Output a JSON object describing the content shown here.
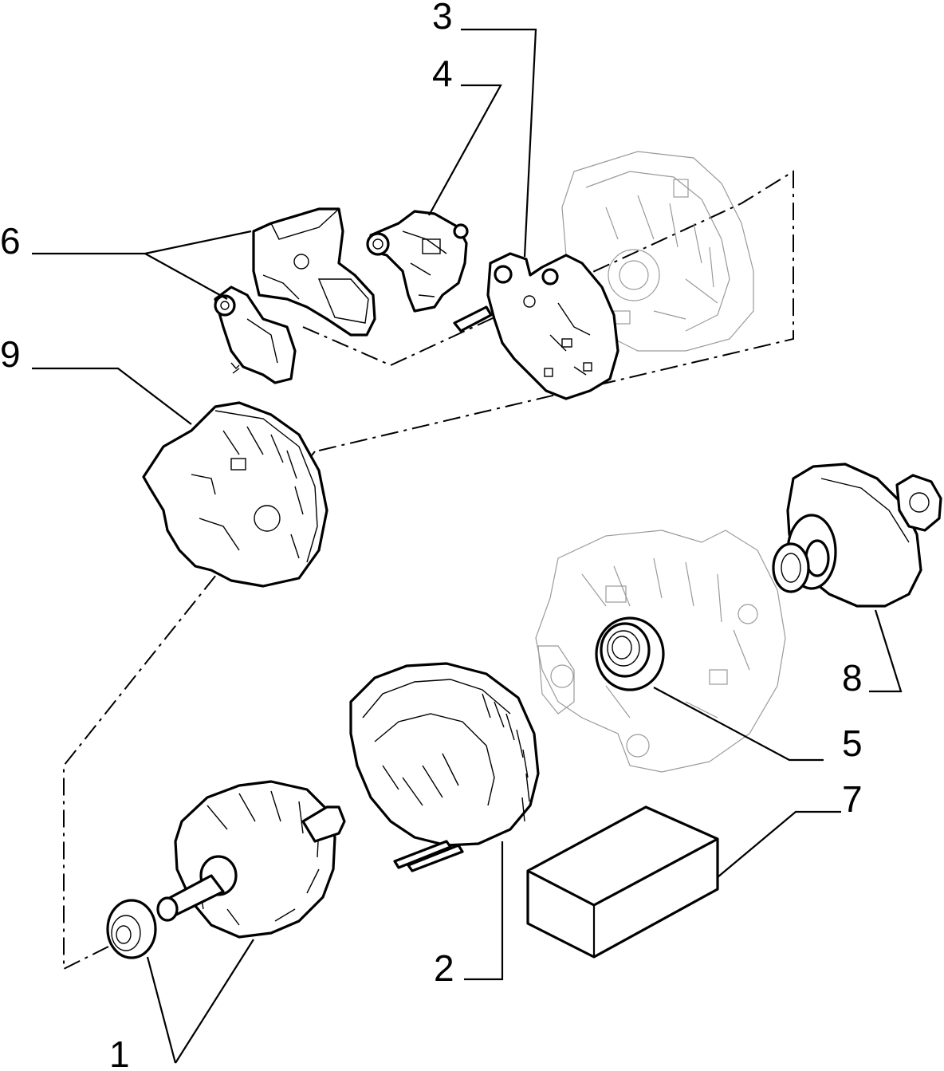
{
  "callouts": [
    {
      "id": "c1",
      "text": "1"
    },
    {
      "id": "c2",
      "text": "2"
    },
    {
      "id": "c3",
      "text": "3"
    },
    {
      "id": "c4",
      "text": "4"
    },
    {
      "id": "c5",
      "text": "5"
    },
    {
      "id": "c6",
      "text": "6"
    },
    {
      "id": "c7",
      "text": "7"
    },
    {
      "id": "c8",
      "text": "8"
    },
    {
      "id": "c9",
      "text": "9"
    }
  ]
}
